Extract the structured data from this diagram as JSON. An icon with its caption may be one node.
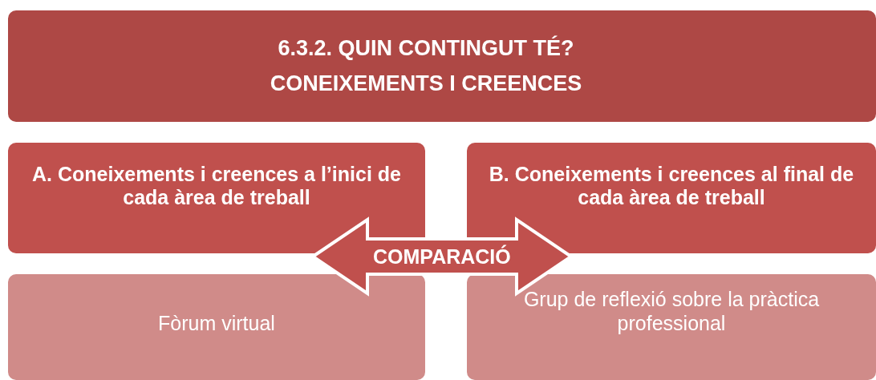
{
  "diagram": {
    "nodes": [
      {
        "text": [
          "6.3.2. QUIN CONTINGUT TÉ? CONEIXEMENTS I CREENCES"
        ]
      },
      {
        "text": [
          "A. Coneixements i creences a l’inici de cada àrea de treball"
        ]
      },
      {
        "text": [
          "B. Coneixements i creences al final de cada àrea de treball"
        ]
      },
      {
        "text": [
          "Fòrum virtual"
        ]
      },
      {
        "text": [
          "Grup de reflexió sobre la pràctica professional"
        ]
      }
    ],
    "edges": [
      {
        "from": 1,
        "to": 2,
        "arrow": "both",
        "label": "COMPARACIÓ",
        "style": "thick"
      }
    ]
  }
}
